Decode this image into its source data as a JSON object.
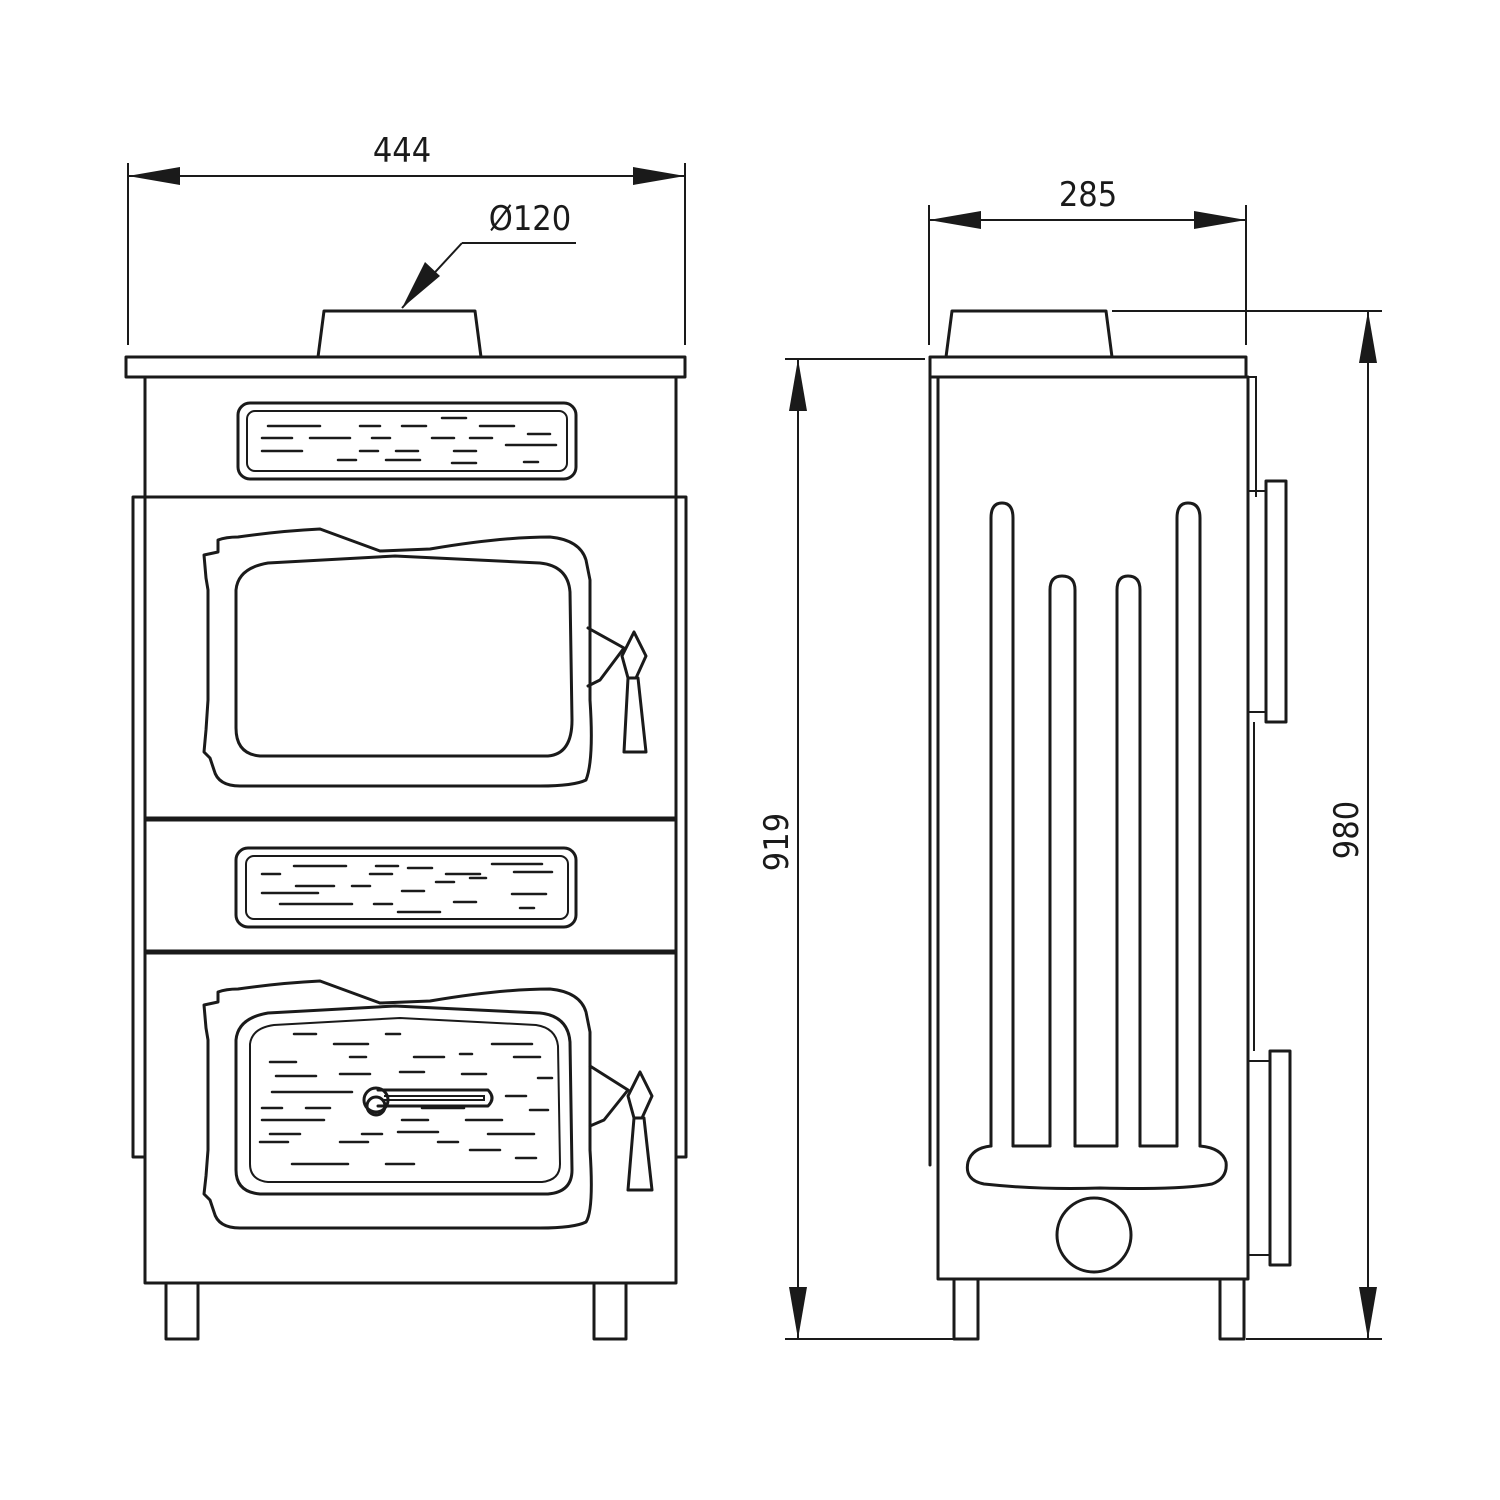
{
  "dimensions": {
    "width": "444",
    "flue_diameter": "Ø120",
    "depth": "285",
    "body_height": "919",
    "total_height": "980"
  },
  "colors": {
    "line": "#1a1a1a",
    "background": "#ffffff"
  }
}
